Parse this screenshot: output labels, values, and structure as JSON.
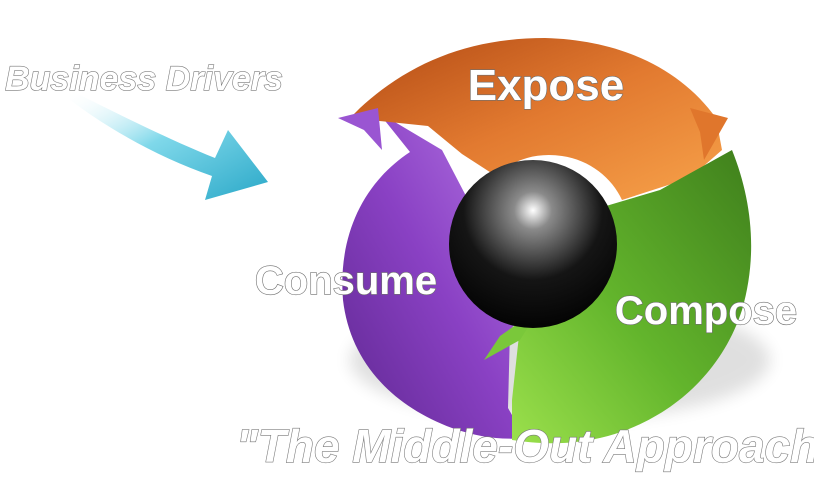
{
  "diagram": {
    "input_label": "Business Drivers",
    "stages": [
      {
        "label": "Expose",
        "color": "#d9712a"
      },
      {
        "label": "Compose",
        "color": "#5fae2a"
      },
      {
        "label": "Consume",
        "color": "#8a3fc0"
      }
    ],
    "caption": "\"The Middle-Out Approach\"",
    "arrow_color": "#35b8d3"
  }
}
